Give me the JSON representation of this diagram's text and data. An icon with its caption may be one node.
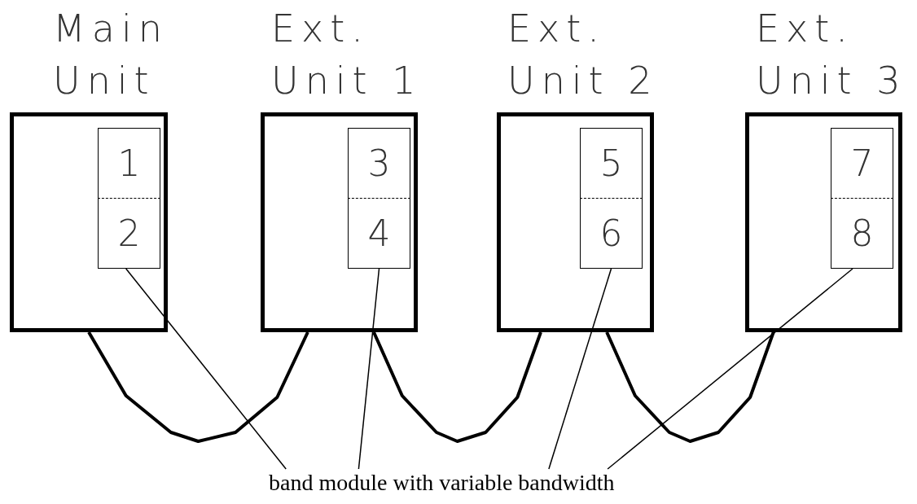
{
  "diagram": {
    "nodes": [
      {
        "text": [
          "Main Unit"
        ]
      },
      {
        "text": [
          "1"
        ],
        "in": 0
      },
      {
        "text": [
          "2"
        ],
        "in": 0
      },
      {
        "text": [
          "Ext. Unit 1"
        ]
      },
      {
        "text": [
          "3"
        ],
        "in": 3
      },
      {
        "text": [
          "4"
        ],
        "in": 3
      },
      {
        "text": [
          "Ext. Unit 2"
        ]
      },
      {
        "text": [
          "5"
        ],
        "in": 6
      },
      {
        "text": [
          "6"
        ],
        "in": 6
      },
      {
        "text": [
          "Ext. Unit 3"
        ]
      },
      {
        "text": [
          "7"
        ],
        "in": 9
      },
      {
        "text": [
          "8"
        ],
        "in": 9
      },
      {
        "text": [
          "band module with variable bandwidth"
        ]
      }
    ],
    "edges": [
      {
        "from": 0,
        "to": 3,
        "arrow": "none",
        "style": "thick"
      },
      {
        "from": 3,
        "to": 6,
        "arrow": "none",
        "style": "thick"
      },
      {
        "from": 6,
        "to": 9,
        "arrow": "none",
        "style": "thick"
      },
      {
        "from": 12,
        "to": 2,
        "arrow": "none"
      },
      {
        "from": 12,
        "to": 5,
        "arrow": "none"
      },
      {
        "from": 12,
        "to": 8,
        "arrow": "none"
      },
      {
        "from": 12,
        "to": 11,
        "arrow": "none"
      }
    ]
  }
}
